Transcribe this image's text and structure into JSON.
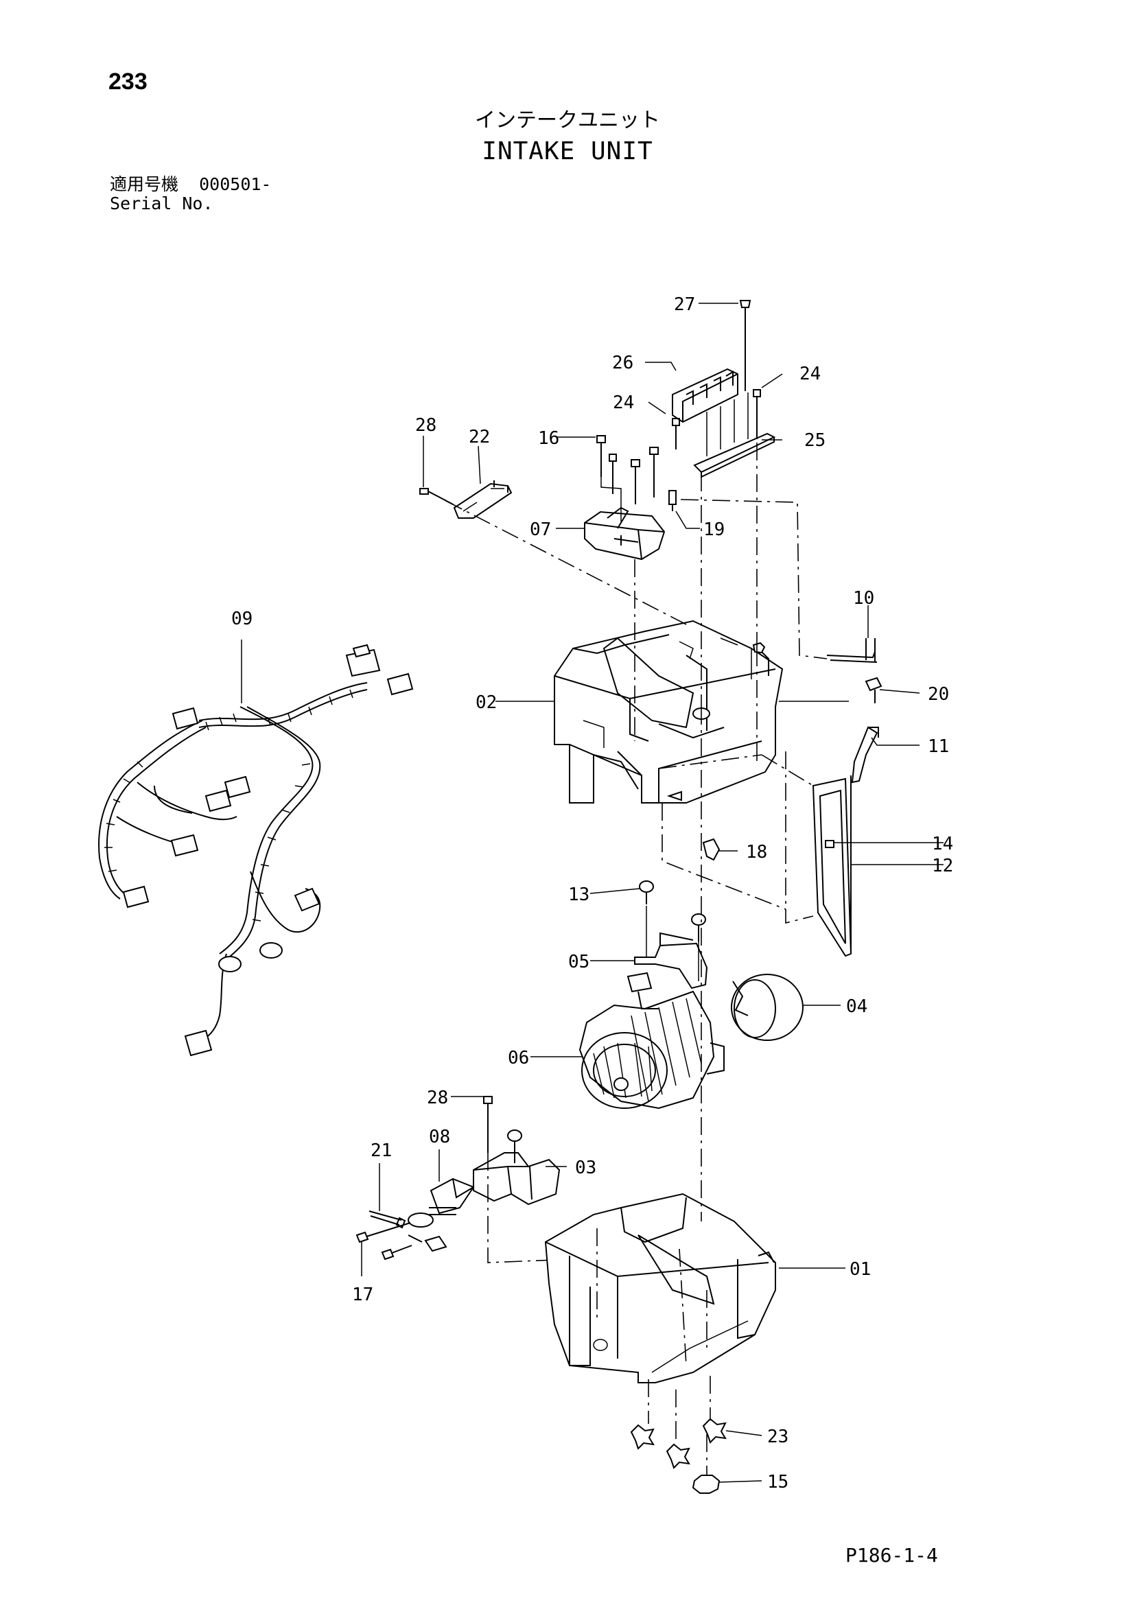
{
  "header": {
    "page_number": "233",
    "title_jp": "インテークユニット",
    "title_en": "INTAKE UNIT",
    "serial_label_jp": "適用号機",
    "serial_value": "000501-",
    "serial_label_en": "Serial No."
  },
  "footer": {
    "figure_code": "P186-1-4"
  },
  "callouts": {
    "c01": "01",
    "c02": "02",
    "c03": "03",
    "c04": "04",
    "c05": "05",
    "c06": "06",
    "c07": "07",
    "c08": "08",
    "c09": "09",
    "c10": "10",
    "c11": "11",
    "c12": "12",
    "c13": "13",
    "c14": "14",
    "c15": "15",
    "c16": "16",
    "c17": "17",
    "c18": "18",
    "c19": "19",
    "c20": "20",
    "c21": "21",
    "c22": "22",
    "c23": "23",
    "c24a": "24",
    "c24b": "24",
    "c25": "25",
    "c26": "26",
    "c27": "27",
    "c28a": "28",
    "c28b": "28"
  }
}
